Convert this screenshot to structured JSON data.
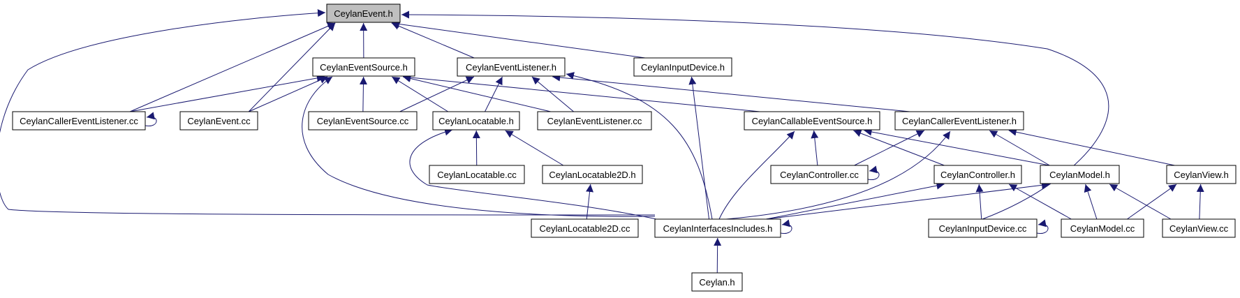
{
  "colors": {
    "edge": "#191970",
    "root_fill": "#bfbfbf",
    "node_fill": "#ffffff"
  },
  "nodes": {
    "n_event_h": "CeylanEvent.h",
    "n_event_source_h": "CeylanEventSource.h",
    "n_event_listener_h": "CeylanEventListener.h",
    "n_input_device_h": "CeylanInputDevice.h",
    "n_caller_event_listener_cc": "CeylanCallerEventListener.cc",
    "n_event_cc": "CeylanEvent.cc",
    "n_event_source_cc": "CeylanEventSource.cc",
    "n_locatable_h": "CeylanLocatable.h",
    "n_event_listener_cc": "CeylanEventListener.cc",
    "n_callable_event_source_h": "CeylanCallableEventSource.h",
    "n_caller_event_listener_h": "CeylanCallerEventListener.h",
    "n_locatable_cc": "CeylanLocatable.cc",
    "n_locatable2d_h": "CeylanLocatable2D.h",
    "n_controller_cc": "CeylanController.cc",
    "n_controller_h": "CeylanController.h",
    "n_model_h": "CeylanModel.h",
    "n_view_h": "CeylanView.h",
    "n_locatable2d_cc": "CeylanLocatable2D.cc",
    "n_interfaces_includes_h": "CeylanInterfacesIncludes.h",
    "n_input_device_cc": "CeylanInputDevice.cc",
    "n_model_cc": "CeylanModel.cc",
    "n_view_cc": "CeylanView.cc",
    "n_ceylan_h": "Ceylan.h"
  },
  "edges": [
    [
      "n_caller_event_listener_cc",
      "n_event_h"
    ],
    [
      "n_event_cc",
      "n_event_h"
    ],
    [
      "n_event_source_h",
      "n_event_h"
    ],
    [
      "n_event_listener_h",
      "n_event_h"
    ],
    [
      "n_input_device_h",
      "n_event_h"
    ],
    [
      "n_interfaces_includes_h",
      "n_event_h"
    ],
    [
      "n_input_device_cc",
      "n_event_h"
    ],
    [
      "n_caller_event_listener_cc",
      "n_event_source_h"
    ],
    [
      "n_event_cc",
      "n_event_source_h"
    ],
    [
      "n_event_source_cc",
      "n_event_source_h"
    ],
    [
      "n_locatable_h",
      "n_event_source_h"
    ],
    [
      "n_event_listener_cc",
      "n_event_source_h"
    ],
    [
      "n_callable_event_source_h",
      "n_event_source_h"
    ],
    [
      "n_interfaces_includes_h",
      "n_event_source_h"
    ],
    [
      "n_event_source_cc",
      "n_event_listener_h"
    ],
    [
      "n_locatable_h",
      "n_event_listener_h"
    ],
    [
      "n_event_listener_cc",
      "n_event_listener_h"
    ],
    [
      "n_caller_event_listener_h",
      "n_event_listener_h"
    ],
    [
      "n_interfaces_includes_h",
      "n_event_listener_h"
    ],
    [
      "n_interfaces_includes_h",
      "n_input_device_h"
    ],
    [
      "n_caller_event_listener_cc",
      "n_caller_event_listener_cc"
    ],
    [
      "n_locatable_cc",
      "n_locatable_h"
    ],
    [
      "n_locatable2d_h",
      "n_locatable_h"
    ],
    [
      "n_interfaces_includes_h",
      "n_locatable_h"
    ],
    [
      "n_locatable2d_cc",
      "n_locatable2d_h"
    ],
    [
      "n_controller_cc",
      "n_callable_event_source_h"
    ],
    [
      "n_controller_h",
      "n_callable_event_source_h"
    ],
    [
      "n_model_h",
      "n_callable_event_source_h"
    ],
    [
      "n_interfaces_includes_h",
      "n_callable_event_source_h"
    ],
    [
      "n_controller_cc",
      "n_caller_event_listener_h"
    ],
    [
      "n_model_h",
      "n_caller_event_listener_h"
    ],
    [
      "n_view_h",
      "n_caller_event_listener_h"
    ],
    [
      "n_interfaces_includes_h",
      "n_caller_event_listener_h"
    ],
    [
      "n_controller_cc",
      "n_controller_cc"
    ],
    [
      "n_interfaces_includes_h",
      "n_controller_h"
    ],
    [
      "n_input_device_cc",
      "n_controller_h"
    ],
    [
      "n_model_cc",
      "n_controller_h"
    ],
    [
      "n_interfaces_includes_h",
      "n_model_h"
    ],
    [
      "n_model_cc",
      "n_model_h"
    ],
    [
      "n_view_cc",
      "n_model_h"
    ],
    [
      "n_model_cc",
      "n_view_h"
    ],
    [
      "n_view_cc",
      "n_view_h"
    ],
    [
      "n_interfaces_includes_h",
      "n_interfaces_includes_h"
    ],
    [
      "n_ceylan_h",
      "n_interfaces_includes_h"
    ],
    [
      "n_input_device_cc",
      "n_input_device_cc"
    ]
  ]
}
